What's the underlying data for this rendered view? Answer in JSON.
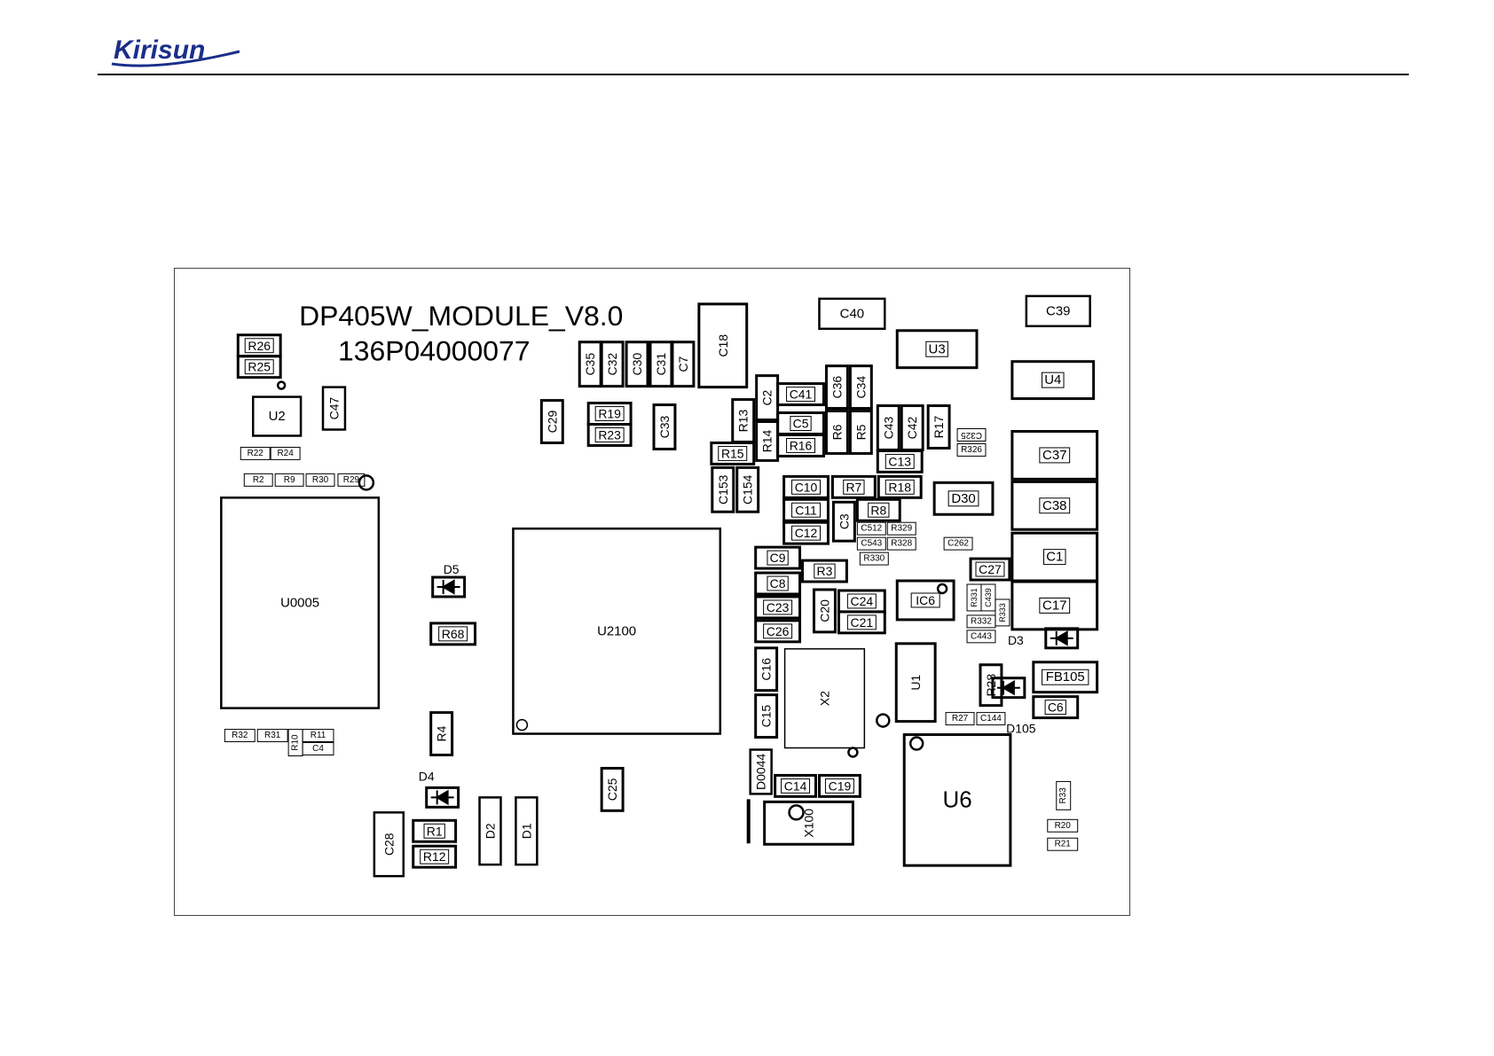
{
  "header": {
    "brand": "Kirisun",
    "brand_color": "#1a2f8a"
  },
  "board": {
    "title": "DP405W_MODULE_V8.0",
    "part_number": "136P04000077",
    "components": [
      {
        "id": "R26",
        "kind": "box"
      },
      {
        "id": "R25",
        "kind": "box"
      },
      {
        "id": "U2",
        "kind": "box"
      },
      {
        "id": "C47",
        "kind": "box"
      },
      {
        "id": "R22",
        "kind": "small"
      },
      {
        "id": "R24",
        "kind": "small"
      },
      {
        "id": "R2",
        "kind": "small"
      },
      {
        "id": "R9",
        "kind": "small"
      },
      {
        "id": "R30",
        "kind": "small"
      },
      {
        "id": "R29",
        "kind": "small"
      },
      {
        "id": "U0005",
        "kind": "ic"
      },
      {
        "id": "R32",
        "kind": "small"
      },
      {
        "id": "R31",
        "kind": "small"
      },
      {
        "id": "R10",
        "kind": "small"
      },
      {
        "id": "R11",
        "kind": "small"
      },
      {
        "id": "C4",
        "kind": "small"
      },
      {
        "id": "D5",
        "kind": "label"
      },
      {
        "id": "R68",
        "kind": "box"
      },
      {
        "id": "R4",
        "kind": "box"
      },
      {
        "id": "D4",
        "kind": "label"
      },
      {
        "id": "C28",
        "kind": "box"
      },
      {
        "id": "R1",
        "kind": "box"
      },
      {
        "id": "R12",
        "kind": "box"
      },
      {
        "id": "D2",
        "kind": "box"
      },
      {
        "id": "D1",
        "kind": "box"
      },
      {
        "id": "U2100",
        "kind": "ic"
      },
      {
        "id": "C25",
        "kind": "box"
      },
      {
        "id": "C35",
        "kind": "box"
      },
      {
        "id": "C32",
        "kind": "box"
      },
      {
        "id": "C30",
        "kind": "box"
      },
      {
        "id": "C31",
        "kind": "box"
      },
      {
        "id": "C7",
        "kind": "box"
      },
      {
        "id": "C18",
        "kind": "box"
      },
      {
        "id": "C29",
        "kind": "box"
      },
      {
        "id": "R19",
        "kind": "box"
      },
      {
        "id": "R23",
        "kind": "box"
      },
      {
        "id": "C33",
        "kind": "box"
      },
      {
        "id": "R13",
        "kind": "box"
      },
      {
        "id": "C2",
        "kind": "box"
      },
      {
        "id": "C41",
        "kind": "box"
      },
      {
        "id": "C5",
        "kind": "box"
      },
      {
        "id": "R14",
        "kind": "box"
      },
      {
        "id": "R16",
        "kind": "box"
      },
      {
        "id": "R15",
        "kind": "box"
      },
      {
        "id": "C153",
        "kind": "box"
      },
      {
        "id": "C154",
        "kind": "box"
      },
      {
        "id": "C36",
        "kind": "box"
      },
      {
        "id": "C34",
        "kind": "box"
      },
      {
        "id": "R6",
        "kind": "box"
      },
      {
        "id": "R5",
        "kind": "box"
      },
      {
        "id": "C40",
        "kind": "box"
      },
      {
        "id": "U3",
        "kind": "box"
      },
      {
        "id": "C43",
        "kind": "box"
      },
      {
        "id": "C42",
        "kind": "box"
      },
      {
        "id": "R17",
        "kind": "box"
      },
      {
        "id": "C325",
        "kind": "small"
      },
      {
        "id": "R326",
        "kind": "small"
      },
      {
        "id": "C13",
        "kind": "box"
      },
      {
        "id": "C10",
        "kind": "box"
      },
      {
        "id": "R7",
        "kind": "box"
      },
      {
        "id": "R18",
        "kind": "box"
      },
      {
        "id": "C11",
        "kind": "box"
      },
      {
        "id": "C3",
        "kind": "box"
      },
      {
        "id": "R8",
        "kind": "box"
      },
      {
        "id": "C12",
        "kind": "box"
      },
      {
        "id": "C512",
        "kind": "small"
      },
      {
        "id": "R329",
        "kind": "small"
      },
      {
        "id": "C543",
        "kind": "small"
      },
      {
        "id": "R328",
        "kind": "small"
      },
      {
        "id": "R330",
        "kind": "small"
      },
      {
        "id": "D30",
        "kind": "box"
      },
      {
        "id": "C262",
        "kind": "small"
      },
      {
        "id": "C9",
        "kind": "box"
      },
      {
        "id": "R3",
        "kind": "box"
      },
      {
        "id": "C8",
        "kind": "box"
      },
      {
        "id": "C23",
        "kind": "box"
      },
      {
        "id": "C26",
        "kind": "box"
      },
      {
        "id": "C20",
        "kind": "box"
      },
      {
        "id": "C24",
        "kind": "box"
      },
      {
        "id": "C21",
        "kind": "box"
      },
      {
        "id": "IC6",
        "kind": "box"
      },
      {
        "id": "C27",
        "kind": "box"
      },
      {
        "id": "R331",
        "kind": "small"
      },
      {
        "id": "C439",
        "kind": "small"
      },
      {
        "id": "R333",
        "kind": "small"
      },
      {
        "id": "R332",
        "kind": "small"
      },
      {
        "id": "C443",
        "kind": "small"
      },
      {
        "id": "C16",
        "kind": "box"
      },
      {
        "id": "X2",
        "kind": "box"
      },
      {
        "id": "U1",
        "kind": "box"
      },
      {
        "id": "C15",
        "kind": "box"
      },
      {
        "id": "R28",
        "kind": "box"
      },
      {
        "id": "R27",
        "kind": "small"
      },
      {
        "id": "C144",
        "kind": "small"
      },
      {
        "id": "D0044",
        "kind": "box"
      },
      {
        "id": "C14",
        "kind": "box"
      },
      {
        "id": "C19",
        "kind": "box"
      },
      {
        "id": "X100",
        "kind": "box"
      },
      {
        "id": "U6",
        "kind": "ic"
      },
      {
        "id": "C39",
        "kind": "box"
      },
      {
        "id": "U4",
        "kind": "box"
      },
      {
        "id": "C37",
        "kind": "box"
      },
      {
        "id": "C38",
        "kind": "box"
      },
      {
        "id": "C1",
        "kind": "box"
      },
      {
        "id": "C17",
        "kind": "box"
      },
      {
        "id": "D3",
        "kind": "label"
      },
      {
        "id": "FB105",
        "kind": "box"
      },
      {
        "id": "C6",
        "kind": "box"
      },
      {
        "id": "D105",
        "kind": "label"
      },
      {
        "id": "R33",
        "kind": "small"
      },
      {
        "id": "R20",
        "kind": "small"
      },
      {
        "id": "R21",
        "kind": "small"
      }
    ]
  }
}
